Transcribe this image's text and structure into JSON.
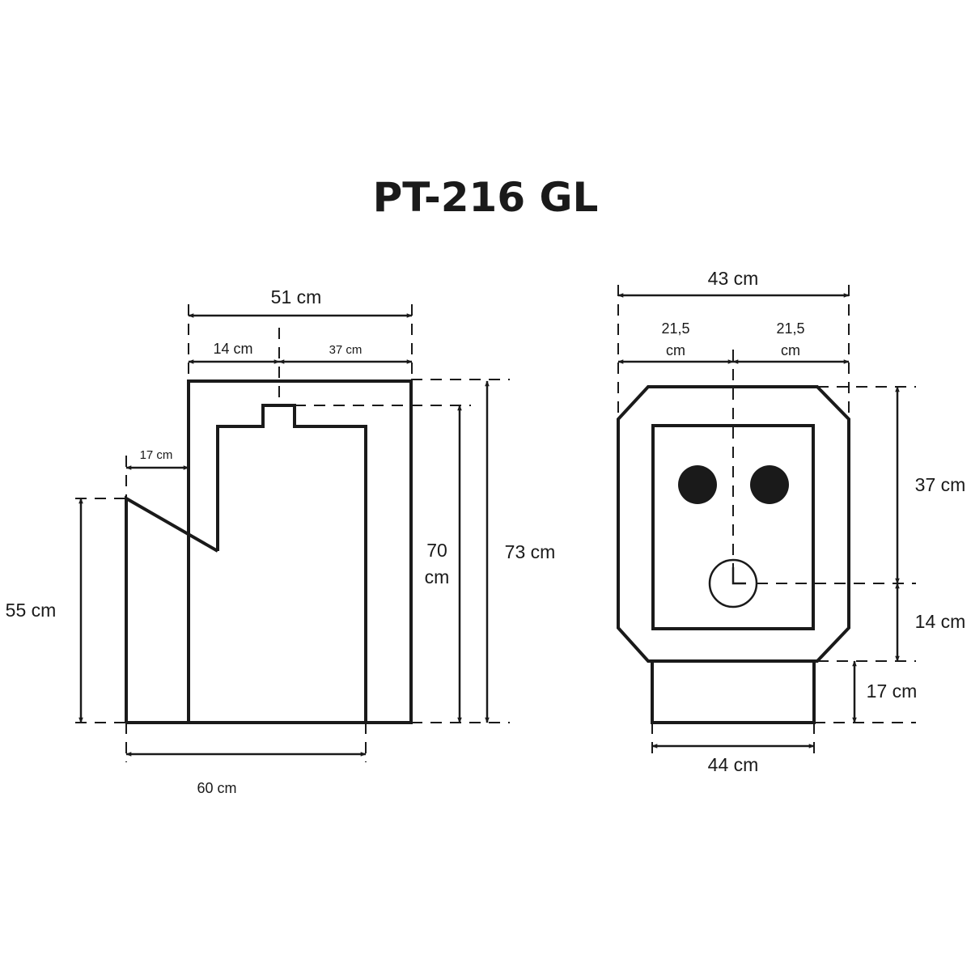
{
  "title": "PT-216 GL",
  "side_view": {
    "dims": {
      "width_total": "51 cm",
      "width_front": "14 cm",
      "width_back": "37 cm",
      "offset": "17 cm",
      "height_front": "55 cm",
      "height_inner_a": "70",
      "height_inner_b": "cm",
      "height_total": "73 cm",
      "depth_total": "60 cm"
    }
  },
  "front_view": {
    "dims": {
      "width_total": "43 cm",
      "half_left_a": "21,5",
      "half_left_b": "cm",
      "half_right_a": "21,5",
      "half_right_b": "cm",
      "height_upper": "37 cm",
      "height_middle": "14 cm",
      "height_base": "17 cm",
      "width_base": "44 cm"
    }
  }
}
